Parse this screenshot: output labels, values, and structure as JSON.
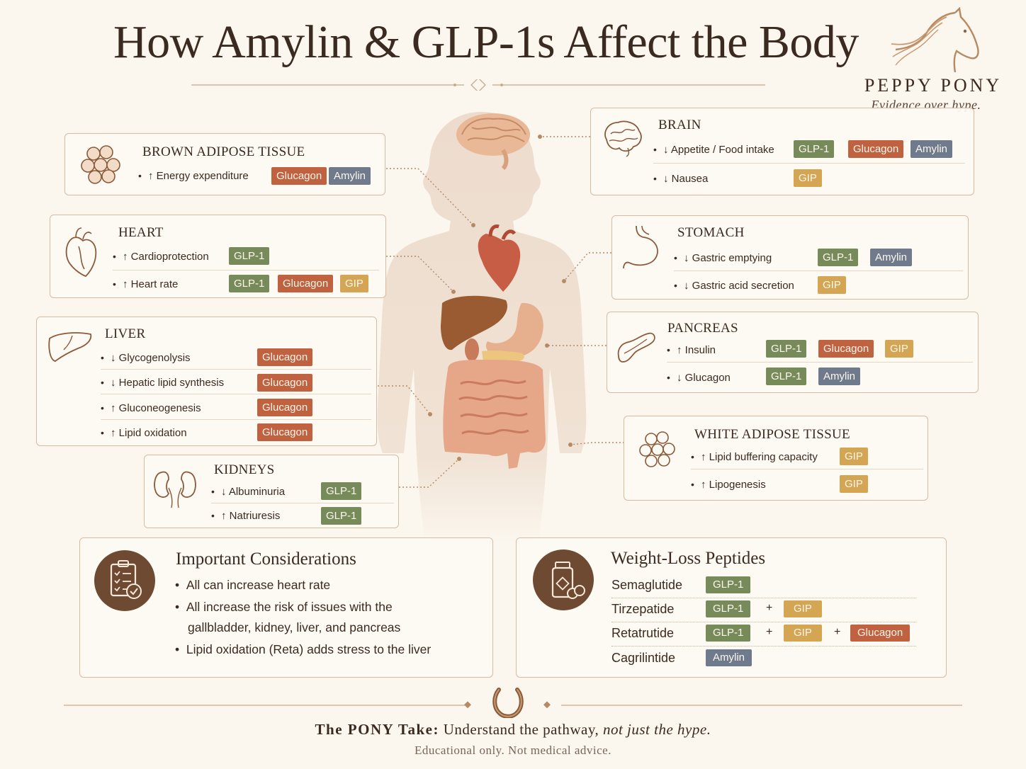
{
  "title": "How Amylin & GLP-1s Affect the Body",
  "brand": {
    "name": "PEPPY PONY",
    "tagline": "Evidence over hype."
  },
  "colors": {
    "glp1": "#778a5a",
    "glucagon": "#c0613f",
    "amylin": "#6f7a8c",
    "gip": "#d4a553",
    "brown": "#6e4a32",
    "background": "#fbf6ee"
  },
  "organs": {
    "brown_adipose": {
      "title": "BROWN ADIPOSE TISSUE",
      "icon": "fat-cells-icon",
      "rows": [
        {
          "label": "↑ Energy expenditure",
          "tags": [
            "Glucagon",
            "Amylin"
          ]
        }
      ]
    },
    "heart": {
      "title": "HEART",
      "icon": "heart-icon",
      "rows": [
        {
          "label": "↑ Cardioprotection",
          "tags": [
            "GLP-1"
          ]
        },
        {
          "label": "↑ Heart rate",
          "tags": [
            "GLP-1",
            "Glucagon",
            "GIP"
          ]
        }
      ]
    },
    "liver": {
      "title": "LIVER",
      "icon": "liver-icon",
      "rows": [
        {
          "label": "↓ Glycogenolysis",
          "tags": [
            "Glucagon"
          ]
        },
        {
          "label": "↓ Hepatic lipid synthesis",
          "tags": [
            "Glucagon"
          ]
        },
        {
          "label": "↑ Gluconeogenesis",
          "tags": [
            "Glucagon"
          ]
        },
        {
          "label": "↑ Lipid oxidation",
          "tags": [
            "Glucagon"
          ]
        }
      ]
    },
    "kidneys": {
      "title": "KIDNEYS",
      "icon": "kidneys-icon",
      "rows": [
        {
          "label": "↓ Albuminuria",
          "tags": [
            "GLP-1"
          ]
        },
        {
          "label": "↑ Natriuresis",
          "tags": [
            "GLP-1"
          ]
        }
      ]
    },
    "brain": {
      "title": "BRAIN",
      "icon": "brain-icon",
      "rows": [
        {
          "label": "↓ Appetite / Food intake",
          "tags": [
            "GLP-1",
            "Glucagon",
            "Amylin"
          ]
        },
        {
          "label": "↓ Nausea",
          "tags": [
            "GIP"
          ]
        }
      ]
    },
    "stomach": {
      "title": "STOMACH",
      "icon": "stomach-icon",
      "rows": [
        {
          "label": "↓ Gastric emptying",
          "tags": [
            "GLP-1",
            "Amylin"
          ]
        },
        {
          "label": "↓ Gastric acid secretion",
          "tags": [
            "GIP"
          ]
        }
      ]
    },
    "pancreas": {
      "title": "PANCREAS",
      "icon": "pancreas-icon",
      "rows": [
        {
          "label": "↑ Insulin",
          "tags": [
            "GLP-1",
            "Glucagon",
            "GIP"
          ]
        },
        {
          "label": "↓ Glucagon",
          "tags": [
            "GLP-1",
            "Amylin"
          ]
        }
      ]
    },
    "white_adipose": {
      "title": "WHITE ADIPOSE TISSUE",
      "icon": "fat-cells-icon",
      "rows": [
        {
          "label": "↑ Lipid buffering capacity",
          "tags": [
            "GIP"
          ]
        },
        {
          "label": "↑ Lipogenesis",
          "tags": [
            "GIP"
          ]
        }
      ]
    }
  },
  "considerations": {
    "title": "Important Considerations",
    "icon": "clipboard-check-icon",
    "items": [
      "All can increase heart rate",
      "All increase the risk of issues with the",
      "gallbladder, kidney, liver, and pancreas",
      "Lipid oxidation (Reta) adds stress to the liver"
    ]
  },
  "peptides": {
    "title": "Weight-Loss Peptides",
    "icon": "medicine-bottle-icon",
    "plus": "+",
    "rows": [
      {
        "name": "Semaglutide",
        "tags": [
          "GLP-1"
        ]
      },
      {
        "name": "Tirzepatide",
        "tags": [
          "GLP-1",
          "GIP"
        ]
      },
      {
        "name": "Retatrutide",
        "tags": [
          "GLP-1",
          "GIP",
          "Glucagon"
        ]
      },
      {
        "name": "Cagrilintide",
        "tags": [
          "Amylin"
        ]
      }
    ]
  },
  "footer": {
    "take_label": "The PONY Take:",
    "take_text": "Understand the pathway,",
    "take_italic": "not just the hype.",
    "note": "Educational only. Not medical advice."
  }
}
